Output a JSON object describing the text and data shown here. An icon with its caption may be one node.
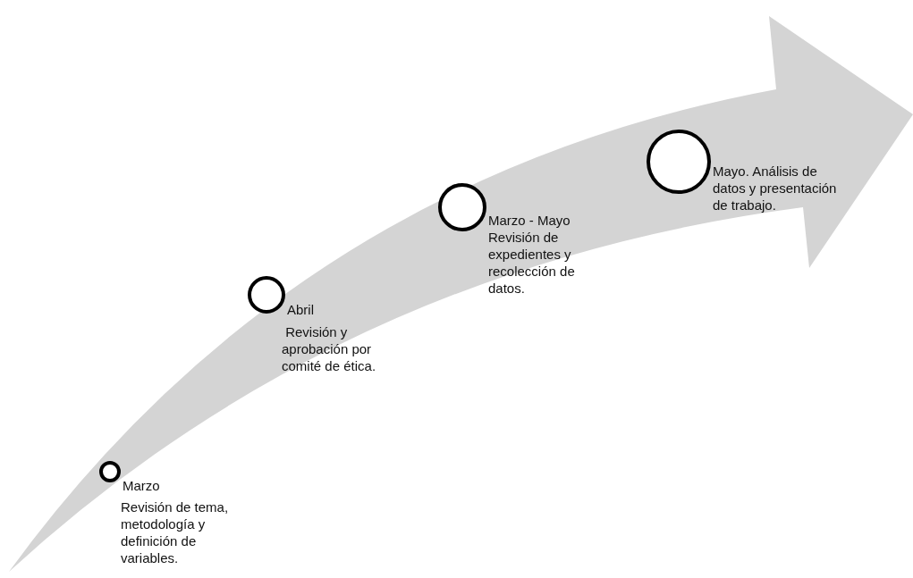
{
  "diagram": {
    "nodes": [
      {
        "text": [],
        "shape": "circle",
        "beside": [
          "Marzo",
          "Revisión de tema, metodología y definición de variables."
        ]
      },
      {
        "text": [],
        "shape": "circle",
        "beside": [
          "Abril",
          " Revisión y aprobación por comité de ética."
        ]
      },
      {
        "text": [],
        "shape": "circle",
        "beside": [
          "Marzo - Mayo Revisión de expedientes y recolección de datos."
        ]
      },
      {
        "text": [],
        "shape": "circle",
        "beside": [
          "Mayo. Análisis de datos y presentación de trabajo."
        ]
      }
    ]
  }
}
